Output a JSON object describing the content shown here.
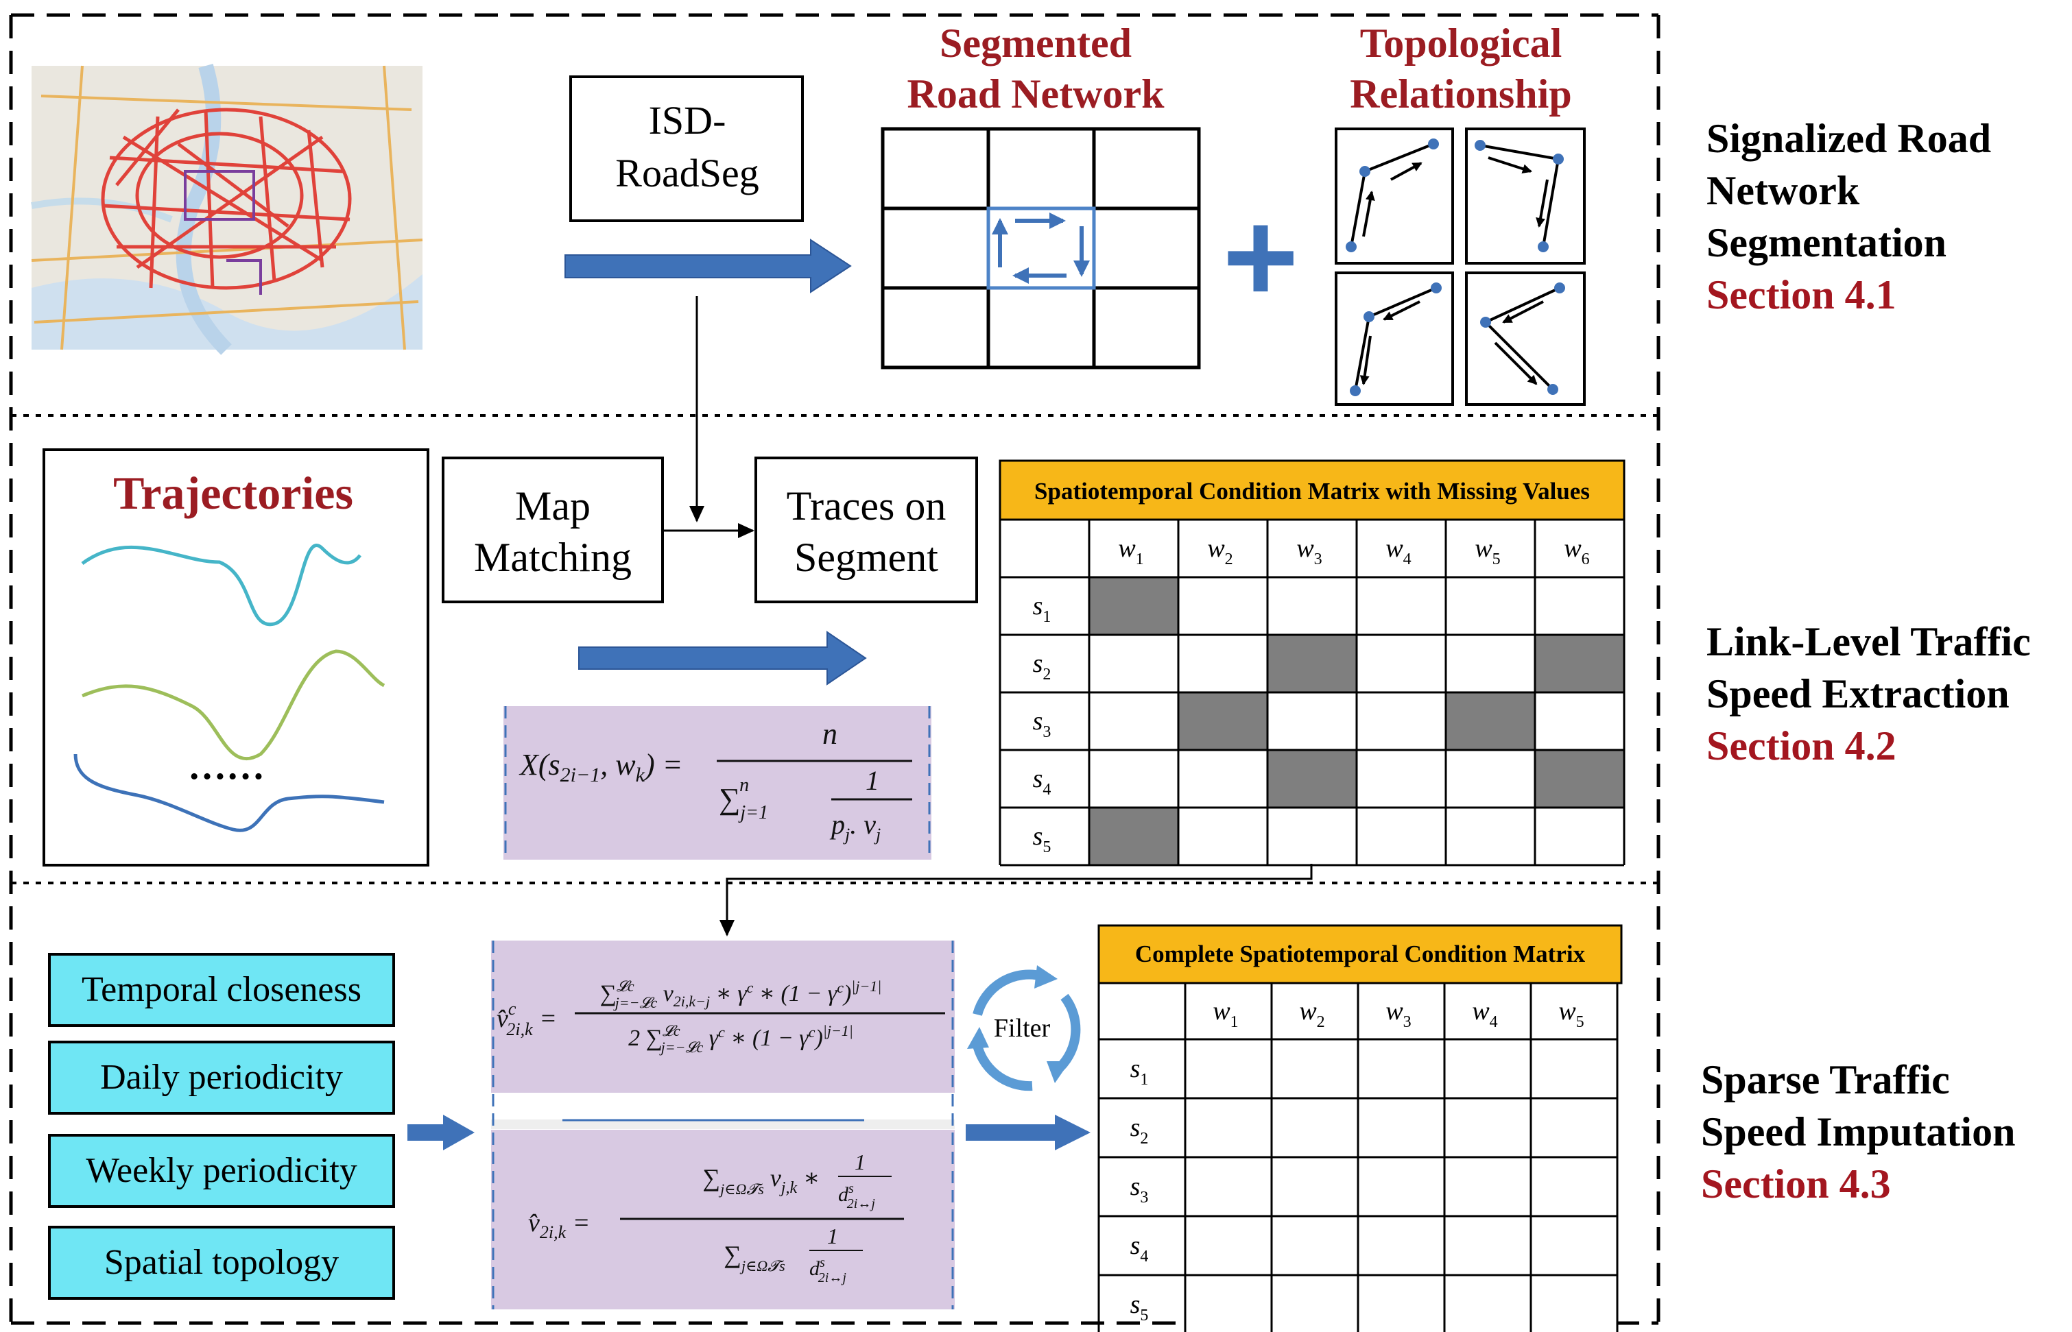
{
  "colors": {
    "arrow_blue": "#3f72b8",
    "title_red": "#9b1c22",
    "section_red": "#a3161f",
    "header_gold": "#f7b718",
    "missing_gray": "#7f7f7f",
    "feature_cyan": "#6fe6f4",
    "formula_purple": "#d8c9e2",
    "curve_teal": "#45b5c8",
    "curve_green": "#9dbe5a",
    "curve_blue": "#3d72b8"
  },
  "panel1": {
    "box_line1": "ISD-",
    "box_line2": "RoadSeg",
    "segmented_title_line1": "Segmented",
    "segmented_title_line2": "Road Network",
    "topo_title_line1": "Topological",
    "topo_title_line2": "Relationship",
    "plus_symbol": "+",
    "section_line1": "Signalized Road",
    "section_line2": "Network",
    "section_line3": "Segmentation",
    "section_ref": "Section 4.1",
    "map_icon": "city-road-map-image"
  },
  "panel2": {
    "trajectories_title": "Trajectories",
    "ellipsis": "……",
    "map_matching_line1": "Map",
    "map_matching_line2": "Matching",
    "traces_line1": "Traces on",
    "traces_line2": "Segment",
    "formula": "X(s2i−1, wk) = n / Σj=1..n 1/(pj·vj)",
    "matrix_title": "Spatiotemporal Condition Matrix with Missing Values",
    "matrix_cols": [
      "w1",
      "w2",
      "w3",
      "w4",
      "w5",
      "w6"
    ],
    "matrix_rows": [
      "s1",
      "s2",
      "s3",
      "s4",
      "s5"
    ],
    "missing_cells": [
      [
        1,
        0,
        0,
        0,
        0,
        0
      ],
      [
        0,
        0,
        1,
        0,
        0,
        1
      ],
      [
        0,
        1,
        0,
        0,
        1,
        0
      ],
      [
        0,
        0,
        1,
        0,
        0,
        1
      ],
      [
        1,
        0,
        0,
        0,
        0,
        0
      ]
    ],
    "section_line1": "Link-Level Traffic",
    "section_line2": "Speed Extraction",
    "section_ref": "Section 4.2"
  },
  "panel3": {
    "features": [
      "Temporal closeness",
      "Daily periodicity",
      "Weekly periodicity",
      "Spatial topology"
    ],
    "formula_temporal": "v̂c2i,k = Σ γc(1−γc)^|j−1| v2i,k−j / 2Σ γc(1−γc)^|j−1|",
    "formula_spatial": "v̂2i,k = Σ vj,k · 1/d / Σ 1/d",
    "filter_label": "Filter",
    "matrix_title": "Complete Spatiotemporal Condition Matrix",
    "matrix_cols": [
      "w1",
      "w2",
      "w3",
      "w4",
      "w5"
    ],
    "matrix_rows": [
      "s1",
      "s2",
      "s3",
      "s4",
      "s5"
    ],
    "section_line1": "Sparse Traffic",
    "section_line2": "Speed Imputation",
    "section_ref": "Section 4.3"
  }
}
